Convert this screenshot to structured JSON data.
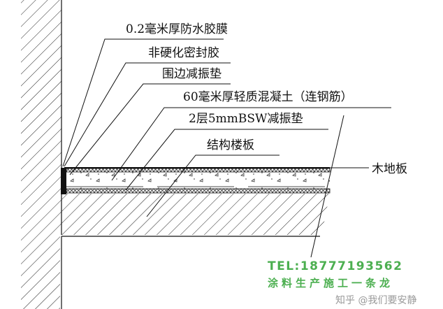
{
  "labels": {
    "membrane": "0.2毫米厚防水胶膜",
    "sealant": "非硬化密封胶",
    "edge_pad": "围边减振垫",
    "concrete": "60毫米厚轻质混凝土（连钢筋）",
    "bsw_pad": "2层5mmBSW减振垫",
    "slab": "结构楼板",
    "wood_floor": "木地板"
  },
  "contact": {
    "tel": "TEL:18777193562",
    "slogan": "涂料生产施工一条龙"
  },
  "watermark": "知乎 @我们要安静",
  "colors": {
    "accent": "#4caf50",
    "line": "#111111"
  }
}
